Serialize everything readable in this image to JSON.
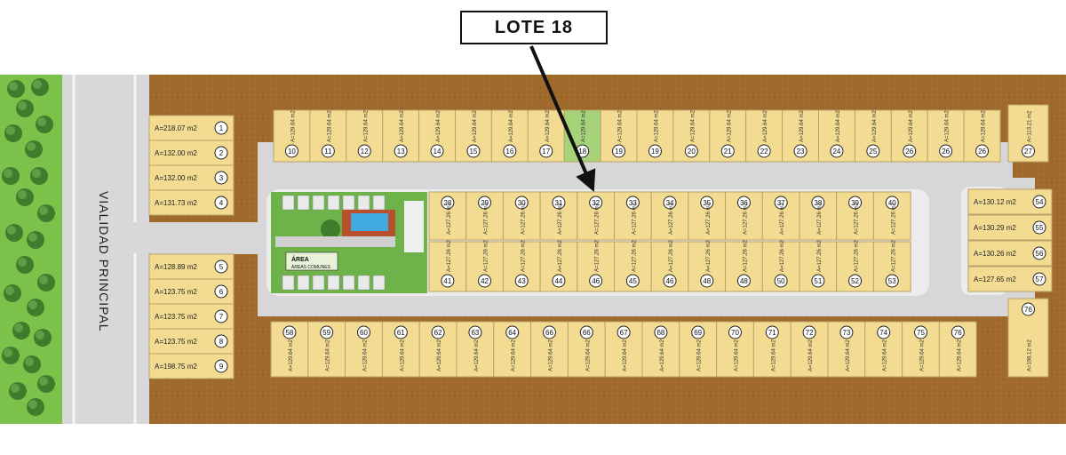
{
  "callout": {
    "label": "LOTE 18",
    "highlighted_lot": "18"
  },
  "road": {
    "label": "VIALIDAD PRINCIPAL"
  },
  "common_area": {
    "title": "ÁREA",
    "subtitle": "ÁREAS COMUNES"
  },
  "colors": {
    "dirt": "#a06a2d",
    "grass": "#7cc24a",
    "road": "#d7d7d9",
    "lot": "#f3dc92",
    "lot_border": "#b8a26a",
    "highlight": "#a6d37a",
    "arrow": "#111111"
  },
  "lots": {
    "left_top": [
      {
        "n": "1",
        "area": "A=218.07 m2"
      },
      {
        "n": "2",
        "area": "A=132.00 m2"
      },
      {
        "n": "3",
        "area": "A=132.00 m2"
      },
      {
        "n": "4",
        "area": "A=131.73 m2"
      }
    ],
    "left_bottom": [
      {
        "n": "5",
        "area": "A=128.89 m2"
      },
      {
        "n": "6",
        "area": "A=123.75 m2"
      },
      {
        "n": "7",
        "area": "A=123.75 m2"
      },
      {
        "n": "8",
        "area": "A=123.75 m2"
      },
      {
        "n": "9",
        "area": "A=198.75 m2"
      }
    ],
    "top_row": [
      {
        "n": "10",
        "area": "A=129.64 m2"
      },
      {
        "n": "11",
        "area": "A=129.64 m2"
      },
      {
        "n": "12",
        "area": "A=129.64 m2"
      },
      {
        "n": "13",
        "area": "A=129.64 m2"
      },
      {
        "n": "14",
        "area": "A=129.64 m2"
      },
      {
        "n": "15",
        "area": "A=129.64 m2"
      },
      {
        "n": "16",
        "area": "A=129.64 m2"
      },
      {
        "n": "17",
        "area": "A=129.64 m2"
      },
      {
        "n": "18",
        "area": "A=129.64 m2"
      },
      {
        "n": "19",
        "area": "A=129.64 m2"
      },
      {
        "n": "19",
        "area": "A=129.64 m2"
      },
      {
        "n": "20",
        "area": "A=129.64 m2"
      },
      {
        "n": "21",
        "area": "A=129.64 m2"
      },
      {
        "n": "22",
        "area": "A=129.64 m2"
      },
      {
        "n": "23",
        "area": "A=129.64 m2"
      },
      {
        "n": "24",
        "area": "A=129.64 m2"
      },
      {
        "n": "25",
        "area": "A=129.64 m2"
      },
      {
        "n": "26",
        "area": "A=129.64 m2"
      },
      {
        "n": "26",
        "area": "A=129.64 m2"
      },
      {
        "n": "26",
        "area": "A=129.64 m2"
      }
    ],
    "corner_top_right": {
      "n": "27",
      "area": "A=113.21 m2"
    },
    "center_top": [
      {
        "n": "28",
        "area": "A=127.26 m2"
      },
      {
        "n": "29",
        "area": "A=127.26 m2"
      },
      {
        "n": "30",
        "area": "A=127.26 m2"
      },
      {
        "n": "31",
        "area": "A=127.26 m2"
      },
      {
        "n": "32",
        "area": "A=127.26 m2"
      },
      {
        "n": "33",
        "area": "A=127.26 m2"
      },
      {
        "n": "34",
        "area": "A=127.26 m2"
      },
      {
        "n": "35",
        "area": "A=127.26 m2"
      },
      {
        "n": "36",
        "area": "A=127.26 m2"
      },
      {
        "n": "37",
        "area": "A=127.26 m2"
      },
      {
        "n": "38",
        "area": "A=127.26 m2"
      },
      {
        "n": "39",
        "area": "A=127.26 m2"
      },
      {
        "n": "40",
        "area": "A=127.26 m2"
      }
    ],
    "center_bottom": [
      {
        "n": "41",
        "area": "A=127.26 m2"
      },
      {
        "n": "42",
        "area": "A=127.26 m2"
      },
      {
        "n": "43",
        "area": "A=127.26 m2"
      },
      {
        "n": "44",
        "area": "A=127.26 m2"
      },
      {
        "n": "46",
        "area": "A=127.26 m2"
      },
      {
        "n": "45",
        "area": "A=127.26 m2"
      },
      {
        "n": "46",
        "area": "A=127.26 m2"
      },
      {
        "n": "48",
        "area": "A=127.26 m2"
      },
      {
        "n": "48",
        "area": "A=127.26 m2"
      },
      {
        "n": "50",
        "area": "A=127.26 m2"
      },
      {
        "n": "51",
        "area": "A=127.26 m2"
      },
      {
        "n": "52",
        "area": "A=127.26 m2"
      },
      {
        "n": "53",
        "area": "A=127.26 m2"
      }
    ],
    "right_side": [
      {
        "n": "54",
        "area": "A=130.12 m2"
      },
      {
        "n": "55",
        "area": "A=130.29 m2"
      },
      {
        "n": "56",
        "area": "A=130.26 m2"
      },
      {
        "n": "57",
        "area": "A=127.65 m2"
      }
    ],
    "bottom_row": [
      {
        "n": "58",
        "area": "A=129.64 m2"
      },
      {
        "n": "59",
        "area": "A=129.64 m2"
      },
      {
        "n": "60",
        "area": "A=129.64 m2"
      },
      {
        "n": "61",
        "area": "A=129.64 m2"
      },
      {
        "n": "62",
        "area": "A=129.64 m2"
      },
      {
        "n": "63",
        "area": "A=129.64 m2"
      },
      {
        "n": "64",
        "area": "A=129.64 m2"
      },
      {
        "n": "66",
        "area": "A=129.64 m2"
      },
      {
        "n": "66",
        "area": "A=129.64 m2"
      },
      {
        "n": "67",
        "area": "A=129.64 m2"
      },
      {
        "n": "68",
        "area": "A=129.64 m2"
      },
      {
        "n": "69",
        "area": "A=129.64 m2"
      },
      {
        "n": "70",
        "area": "A=129.64 m2"
      },
      {
        "n": "71",
        "area": "A=129.64 m2"
      },
      {
        "n": "72",
        "area": "A=129.64 m2"
      },
      {
        "n": "73",
        "area": "A=129.64 m2"
      },
      {
        "n": "74",
        "area": "A=129.64 m2"
      },
      {
        "n": "75",
        "area": "A=129.64 m2"
      },
      {
        "n": "76",
        "area": "A=129.64 m2"
      }
    ],
    "corner_bottom_right": {
      "n": "76",
      "area": "A=198.12 m2"
    }
  }
}
